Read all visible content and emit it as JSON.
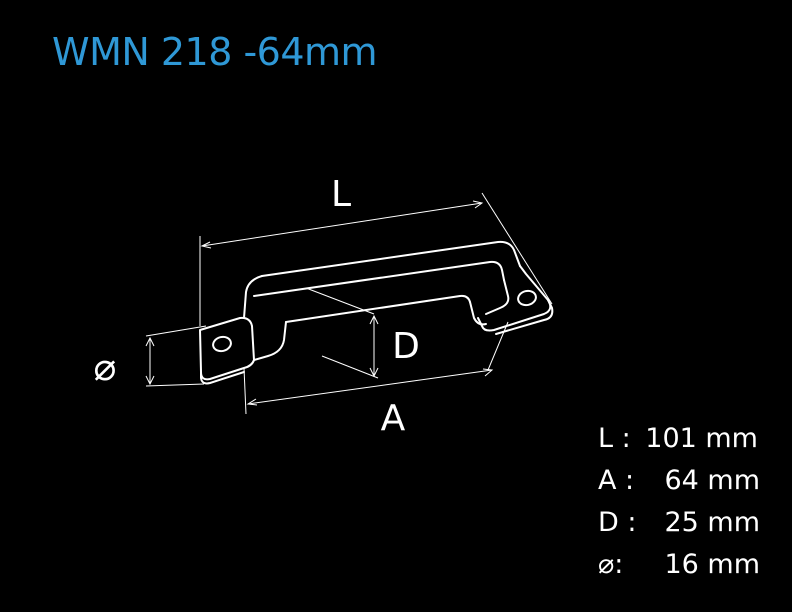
{
  "title": "WMN 218 -64mm",
  "colors": {
    "background": "#000000",
    "title": "#2f98d6",
    "lines": "#ffffff",
    "text": "#ffffff"
  },
  "dimension_labels": {
    "length": "L",
    "hole_spacing": "A",
    "depth": "D",
    "diameter": "⌀"
  },
  "specs": [
    {
      "key": "L :",
      "value": "101 mm"
    },
    {
      "key": "A :",
      "value": "64 mm"
    },
    {
      "key": "D :",
      "value": "25 mm"
    },
    {
      "key": "⌀:",
      "value": "16 mm"
    }
  ]
}
